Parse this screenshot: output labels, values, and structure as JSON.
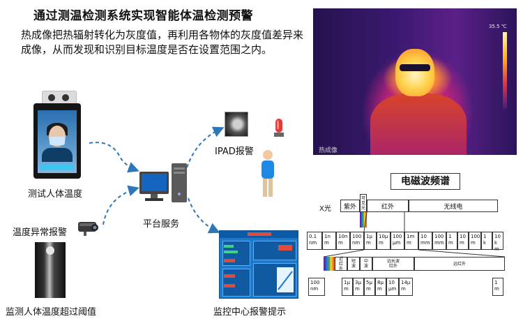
{
  "title": "通过测温检测系统实现智能体温检测预警",
  "description": "热成像把热辐射转化为灰度值，再利用各物体的灰度值差异来成像，从而发现和识别目标温度是否在设置范围之内。",
  "nodes": {
    "measure": "测试人体温度",
    "abnormal": "温度异常报警",
    "over_threshold": "监测人体温度超过阈值",
    "platform": "平台服务",
    "ipad": "IPAD报警",
    "center": "监控中心报警提示"
  },
  "thermal_image": {
    "temperature": "35.5 ℃",
    "brand": "热成像"
  },
  "spectrum": {
    "title": "电磁波频谱",
    "xray": "X光",
    "visible": "可\n见\n光",
    "bands": [
      "紫外",
      "红外",
      "无线电"
    ],
    "wavelengths": [
      "0.1\nnm",
      "1n\nm",
      "10n\nm",
      "100\nnm",
      "1μ\nm",
      "10μ\nm",
      "100\nμm",
      "1m\nm",
      "10\nmm",
      "100\nmm",
      "1\nm",
      "10\nm",
      "100\nm",
      "1\nk",
      "10\nk\nm"
    ],
    "ir_sub": [
      "近\n红\n外",
      "短\n波",
      "中\n波",
      "远长波\n红外",
      "远红外"
    ],
    "ir_scale": [
      "100\nnm",
      "1μ\nm",
      "3μ\nm",
      "5μ\nm",
      "8μ\nm",
      "10\nμm",
      "14μ\nm",
      "1\nm"
    ]
  }
}
